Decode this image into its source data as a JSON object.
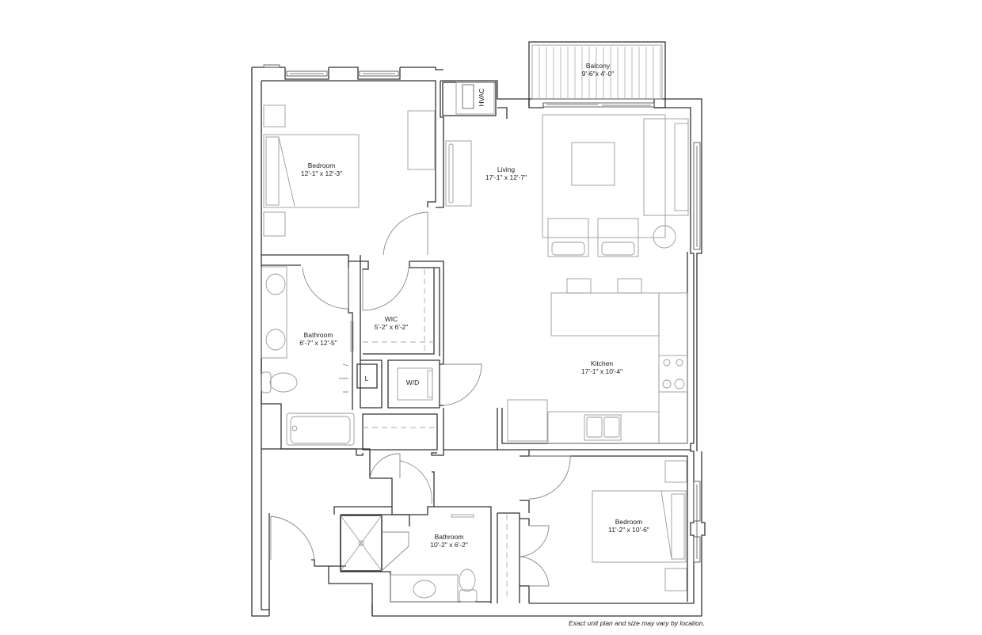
{
  "plan": {
    "rooms": [
      {
        "id": "balcony",
        "name": "Balcony",
        "size": "9'-6\"x 4'-0\""
      },
      {
        "id": "bedroom1",
        "name": "Bedroom",
        "size": "12'-1\" x 12'-3\""
      },
      {
        "id": "living",
        "name": "Living",
        "size": "17'-1\" x 12'-7\""
      },
      {
        "id": "bathroom1",
        "name": "Bathroom",
        "size": "6'-7\" x 12'-5\""
      },
      {
        "id": "wic",
        "name": "WIC",
        "size": "5'-2\" x 6'-2\""
      },
      {
        "id": "kitchen",
        "name": "Kitchen",
        "size": "17'-1\" x 10'-4\""
      },
      {
        "id": "bathroom2",
        "name": "Bathroom",
        "size": "10'-2\" x 6'-2\""
      },
      {
        "id": "bedroom2",
        "name": "Bedroom",
        "size": "11'-2\" x 10'-6\""
      }
    ],
    "fixtures": {
      "hvac": "HVAC",
      "linen": "L",
      "washer_dryer": "W/D"
    },
    "colors": {
      "wall": "#333333",
      "furniture": "#9a9a9a",
      "background": "#ffffff"
    }
  },
  "disclaimer": "Exact unit plan and size may vary by location."
}
